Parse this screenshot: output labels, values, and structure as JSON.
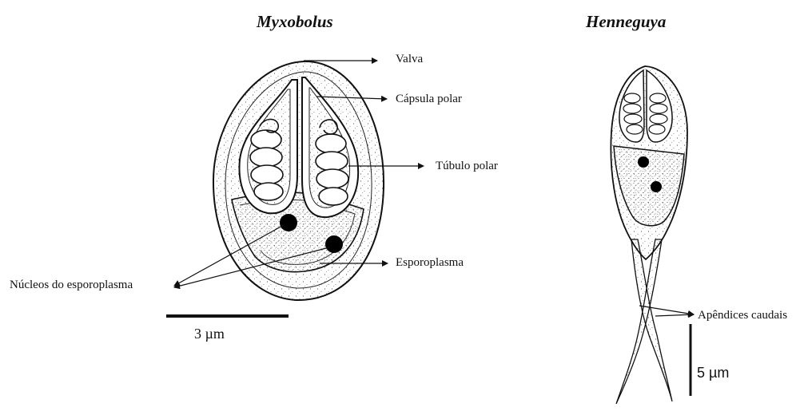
{
  "titles": {
    "left": "Myxobolus",
    "right": "Henneguya"
  },
  "labels": {
    "valva": "Valva",
    "capsula_polar": "Cápsula polar",
    "tubulo_polar": "Túbulo polar",
    "esporoplasma": "Esporoplasma",
    "nucleos": "Núcleos do esporoplasma",
    "apendices": "Apêndices caudais"
  },
  "scale_bars": {
    "left": "3 µm",
    "right": "5 µm"
  },
  "colors": {
    "ink": "#111111",
    "stipple": "#555555",
    "background": "#ffffff"
  }
}
